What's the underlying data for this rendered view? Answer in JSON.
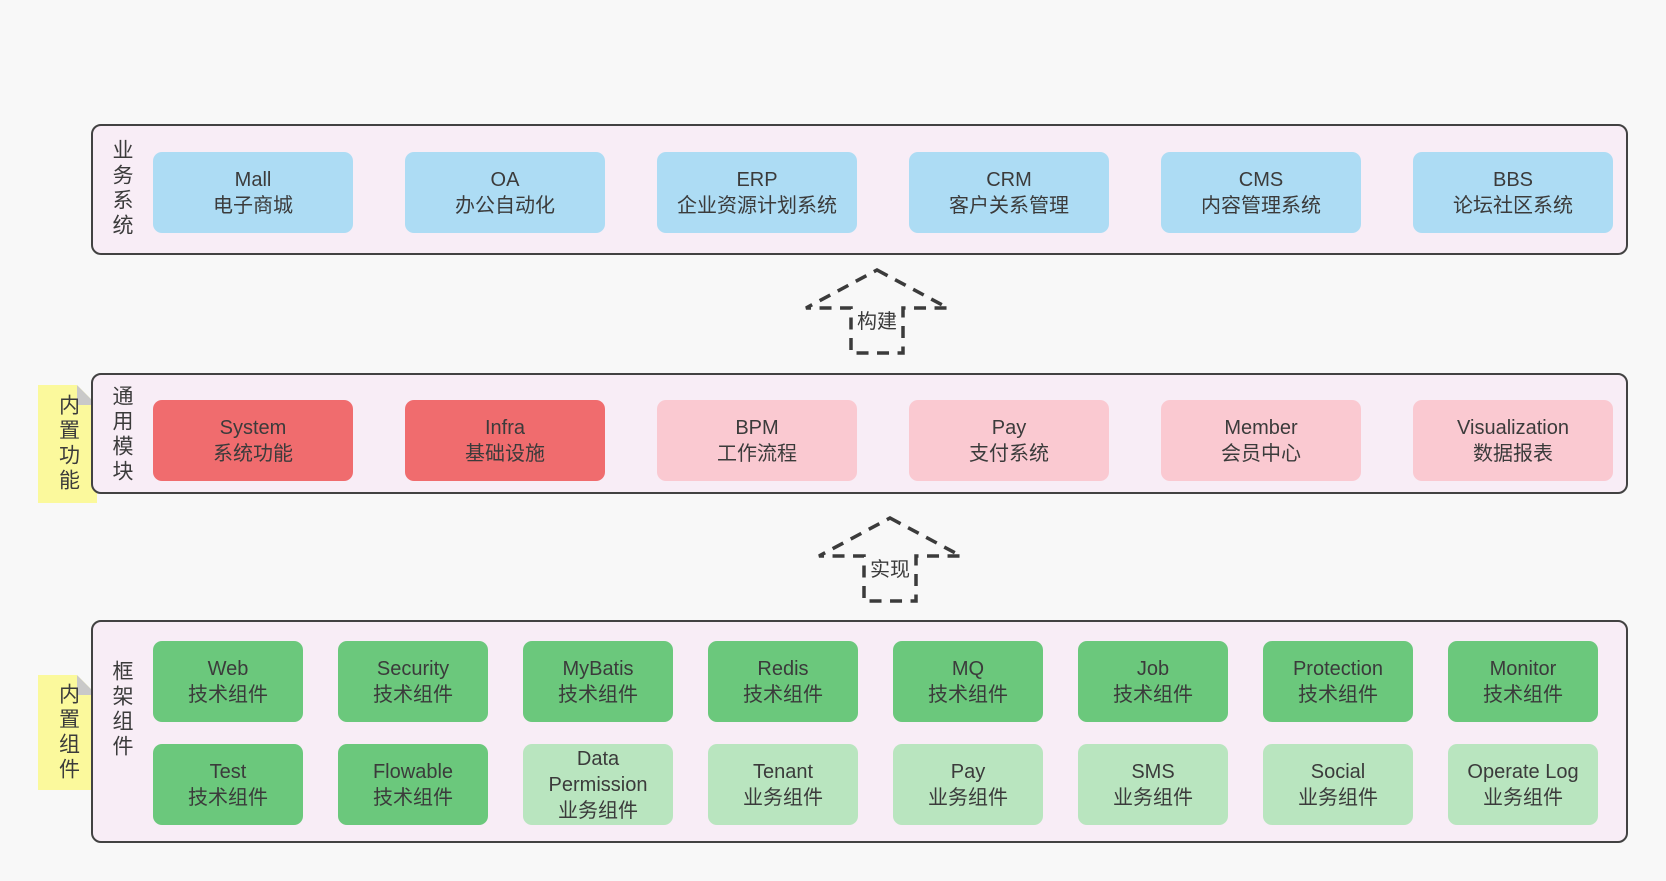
{
  "colors": {
    "page_bg": "#f8f8f8",
    "band_bg": "#f8edf6",
    "band_border": "#424242",
    "text": "#3b3b3b",
    "sticky_yellow": "#fbf99c",
    "sticky_fold": "#c9c9c9",
    "box_blue": "#addcf4",
    "box_red": "#f06c6e",
    "box_pink": "#fac9d1",
    "box_green": "#6bc87c",
    "box_lightgreen": "#b9e5bf"
  },
  "arrows": [
    {
      "label": "构建"
    },
    {
      "label": "实现"
    }
  ],
  "bands": [
    {
      "label": "业务系统",
      "boxes": [
        {
          "name": "Mall",
          "desc": "电子商城",
          "variant": "blue"
        },
        {
          "name": "OA",
          "desc": "办公自动化",
          "variant": "blue"
        },
        {
          "name": "ERP",
          "desc": "企业资源计划系统",
          "variant": "blue"
        },
        {
          "name": "CRM",
          "desc": "客户关系管理",
          "variant": "blue"
        },
        {
          "name": "CMS",
          "desc": "内容管理系统",
          "variant": "blue"
        },
        {
          "name": "BBS",
          "desc": "论坛社区系统",
          "variant": "blue"
        }
      ]
    },
    {
      "label": "通用模块",
      "note": "内置功能",
      "boxes": [
        {
          "name": "System",
          "desc": "系统功能",
          "variant": "red"
        },
        {
          "name": "Infra",
          "desc": "基础设施",
          "variant": "red"
        },
        {
          "name": "BPM",
          "desc": "工作流程",
          "variant": "pink"
        },
        {
          "name": "Pay",
          "desc": "支付系统",
          "variant": "pink"
        },
        {
          "name": "Member",
          "desc": "会员中心",
          "variant": "pink"
        },
        {
          "name": "Visualization",
          "desc": "数据报表",
          "variant": "pink"
        }
      ]
    },
    {
      "label": "框架组件",
      "note": "内置组件",
      "rows": [
        [
          {
            "name": "Web",
            "desc": "技术组件",
            "variant": "green"
          },
          {
            "name": "Security",
            "desc": "技术组件",
            "variant": "green"
          },
          {
            "name": "MyBatis",
            "desc": "技术组件",
            "variant": "green"
          },
          {
            "name": "Redis",
            "desc": "技术组件",
            "variant": "green"
          },
          {
            "name": "MQ",
            "desc": "技术组件",
            "variant": "green"
          },
          {
            "name": "Job",
            "desc": "技术组件",
            "variant": "green"
          },
          {
            "name": "Protection",
            "desc": "技术组件",
            "variant": "green"
          },
          {
            "name": "Monitor",
            "desc": "技术组件",
            "variant": "green"
          }
        ],
        [
          {
            "name": "Test",
            "desc": "技术组件",
            "variant": "green"
          },
          {
            "name": "Flowable",
            "desc": "技术组件",
            "variant": "green"
          },
          {
            "name": "Data Permission",
            "desc": "业务组件",
            "variant": "lightgreen"
          },
          {
            "name": "Tenant",
            "desc": "业务组件",
            "variant": "lightgreen"
          },
          {
            "name": "Pay",
            "desc": "业务组件",
            "variant": "lightgreen"
          },
          {
            "name": "SMS",
            "desc": "业务组件",
            "variant": "lightgreen"
          },
          {
            "name": "Social",
            "desc": "业务组件",
            "variant": "lightgreen"
          },
          {
            "name": "Operate Log",
            "desc": "业务组件",
            "variant": "lightgreen"
          }
        ]
      ]
    }
  ]
}
